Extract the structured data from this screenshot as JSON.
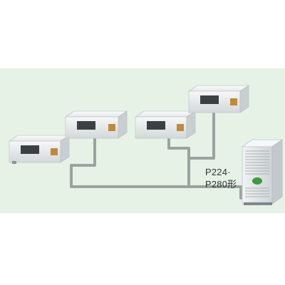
{
  "colors": {
    "panel_background": "#e6f2e6",
    "pipe": "#9ba3a1",
    "unit_body": "#f4f6f6",
    "unit_shadow": "#b9c0c3",
    "outdoor_unit_body": "#e7eaec",
    "outdoor_badge": "#3f9a41",
    "label_text": "#333333"
  },
  "indoor_units": [
    {
      "name": "indoor-unit-front-left"
    },
    {
      "name": "indoor-unit-middle-left"
    },
    {
      "name": "indoor-unit-middle-right"
    },
    {
      "name": "indoor-unit-back-right"
    }
  ],
  "outdoor_unit": {
    "name": "outdoor-unit"
  },
  "model_label": {
    "line1": "P224·",
    "line2": "P280形"
  }
}
